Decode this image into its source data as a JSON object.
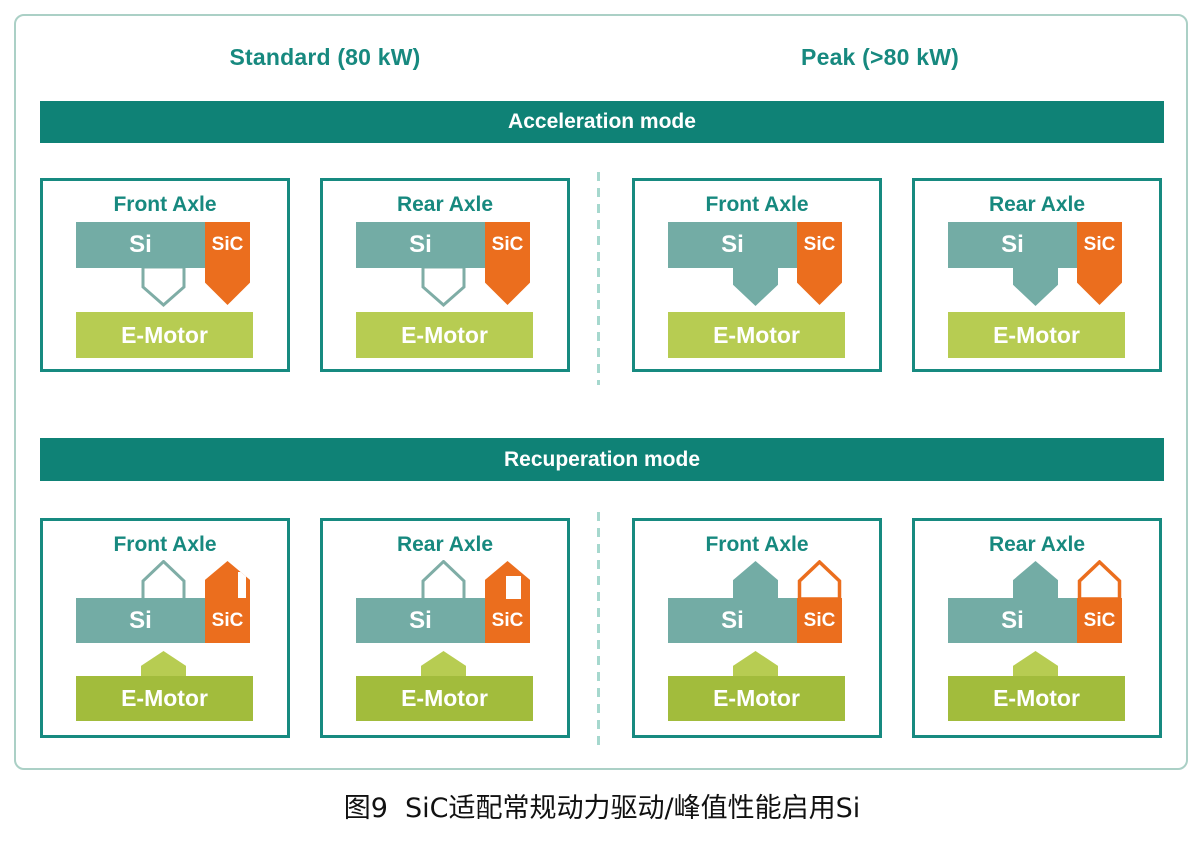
{
  "figure": {
    "columns": {
      "standard_label": "Standard (80 kW)",
      "peak_label": "Peak (>80 kW)"
    },
    "modes": [
      {
        "banner": "Acceleration mode",
        "boxes": [
          {
            "column": "Standard",
            "title": "Front Axle",
            "si_label": "Si",
            "sic_label": "SiC",
            "emotor_label": "E-Motor",
            "si_arrow": "hollow-down-arrow",
            "sic_arrow": "filled-down-arrow",
            "emotor_arrow": "none"
          },
          {
            "column": "Standard",
            "title": "Rear Axle",
            "si_label": "Si",
            "sic_label": "SiC",
            "emotor_label": "E-Motor",
            "si_arrow": "hollow-down-arrow",
            "sic_arrow": "filled-down-arrow",
            "emotor_arrow": "none"
          },
          {
            "column": "Peak",
            "title": "Front Axle",
            "si_label": "Si",
            "sic_label": "SiC",
            "emotor_label": "E-Motor",
            "si_arrow": "filled-down-arrow",
            "sic_arrow": "filled-down-arrow",
            "emotor_arrow": "none"
          },
          {
            "column": "Peak",
            "title": "Rear Axle",
            "si_label": "Si",
            "sic_label": "SiC",
            "emotor_label": "E-Motor",
            "si_arrow": "filled-down-arrow",
            "sic_arrow": "filled-down-arrow",
            "emotor_arrow": "none"
          }
        ]
      },
      {
        "banner": "Recuperation mode",
        "boxes": [
          {
            "column": "Standard",
            "title": "Front Axle",
            "si_label": "Si",
            "sic_label": "SiC",
            "emotor_label": "E-Motor",
            "si_arrow": "hollow-up-arrow",
            "sic_arrow": "filled-up-arrow-notched",
            "emotor_arrow": "filled-up-arrow"
          },
          {
            "column": "Standard",
            "title": "Rear Axle",
            "si_label": "Si",
            "sic_label": "SiC",
            "emotor_label": "E-Motor",
            "si_arrow": "hollow-up-arrow",
            "sic_arrow": "filled-up-arrow-notched",
            "emotor_arrow": "filled-up-arrow"
          },
          {
            "column": "Peak",
            "title": "Front Axle",
            "si_label": "Si",
            "sic_label": "SiC",
            "emotor_label": "E-Motor",
            "si_arrow": "filled-up-arrow",
            "sic_arrow": "hollow-up-arrow",
            "emotor_arrow": "filled-up-arrow"
          },
          {
            "column": "Peak",
            "title": "Rear Axle",
            "si_label": "Si",
            "sic_label": "SiC",
            "emotor_label": "E-Motor",
            "si_arrow": "filled-up-arrow",
            "sic_arrow": "hollow-up-arrow",
            "emotor_arrow": "filled-up-arrow"
          }
        ]
      }
    ],
    "caption": "图9  SiC适配常规动力驱动/峰值性能启用Si"
  },
  "colors": {
    "banner_teal": "#0F8276",
    "card_border_teal": "#178A80",
    "si_teal": "#73ACA5",
    "si_outline": "#7FADA6",
    "sic_orange": "#EB6E1E",
    "emotor_green_light": "#B7CC52",
    "emotor_green_dark": "#A2BC3C",
    "divider_dash": "#A6D8CE",
    "outer_border": "#ABD0C6"
  }
}
